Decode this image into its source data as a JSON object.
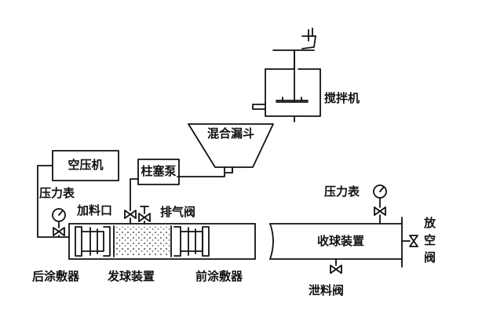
{
  "labels": {
    "mixer": "搅拌机",
    "hopper": "混合漏斗",
    "plunger_pump": "柱塞泵",
    "air_compressor": "空压机",
    "pressure_gauge_left": "压力表",
    "feed_port": "加料口",
    "exhaust_valve": "排气阀",
    "rear_applicator": "后涂敷器",
    "ball_launcher": "发球装置",
    "front_applicator": "前涂敷器",
    "pressure_gauge_right": "压力表",
    "ball_receiver": "收球装置",
    "discharge_valve": "泄料阀",
    "vent_valve": [
      "放",
      "空",
      "阀"
    ]
  },
  "colors": {
    "line": "#111111",
    "background": "#ffffff"
  }
}
